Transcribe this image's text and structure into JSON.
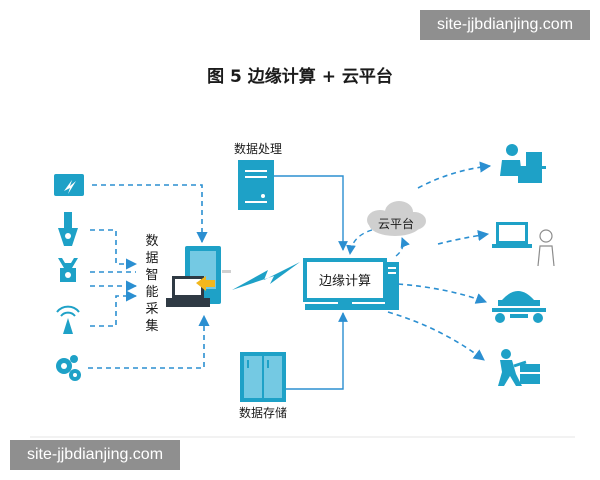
{
  "watermark": {
    "top": "site-jjbdianjing.com",
    "bottom": "site-jjbdianjing.com"
  },
  "title": "图 5 边缘计算 + 云平台",
  "labels": {
    "data_processing": "数据处理",
    "data_storage": "数据存储",
    "edge_computing": "边缘计算",
    "cloud_platform": "云平台",
    "smart_collection": [
      "数",
      "据",
      "智",
      "能",
      "采",
      "集"
    ]
  },
  "colors": {
    "accent": "#1ea1c7",
    "arrow": "#2b8fd1",
    "dark": "#1f2a36",
    "cloud": "#c9c9c9"
  },
  "icons": {
    "left_devices": [
      "lightning-panel-icon",
      "probe-sensor-icon",
      "clamp-sensor-icon",
      "wireless-sensor-icon",
      "gear-machine-icon"
    ],
    "right_devices": [
      "office-worker-icon",
      "laptop-user-icon",
      "robot-vehicle-icon",
      "worker-box-icon"
    ],
    "collector": "collector-terminal-icon",
    "server": "server-tower-icon",
    "edge": "edge-computer-icon",
    "storage": "storage-cabinet-icon",
    "cloud": "cloud-icon",
    "link": "wireless-link-icon"
  }
}
